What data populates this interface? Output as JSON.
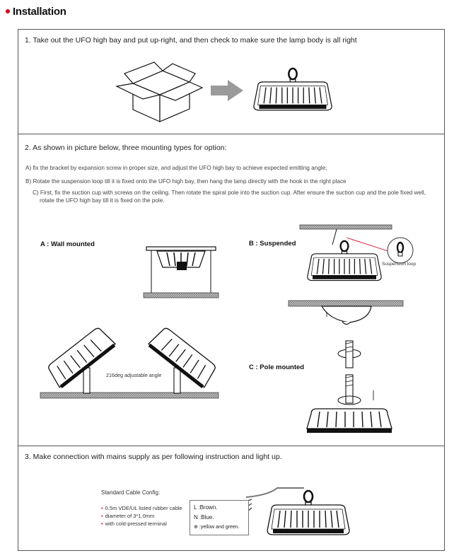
{
  "header": {
    "title": "Installation"
  },
  "step1": {
    "text": "1. Take out the UFO high bay and put up-right, and then check to make sure the lamp body is all right"
  },
  "step2": {
    "text": "2. As shown in picture below, three mounting types for option:",
    "option_a": "A) fix the bracket by expansion screw in proper size, and adjust the UFO high bay to achieve expected emitting angle;",
    "option_b": "B) Rotate the suspension loop till it is fixed onto the UFO high bay, then hang the lamp directly with the hook in the right place",
    "option_c_line1": "C) First, fix the suction cup with screws on the ceiling. Then rotate the spiral pole into the suction cup. After ensure the suction cup and the pole fixed well,",
    "option_c_line2": "rotate the UFO high bay till it is fixed on the pole.",
    "label_a": "A :  Wall mounted",
    "label_b": "B : Suspended",
    "label_c": "C : Pole mounted",
    "angle_label": "216deg adjustable angle",
    "loop_label": "Suspension loop"
  },
  "step3": {
    "text": "3. Make connection with mains supply as per following  instruction and light up.",
    "config_title": "Standard Cable Config:",
    "specs": [
      "0.5m VDE/UL listed rubber cable",
      "diameter of 3*1.0mm",
      "with cold-pressed terminal"
    ],
    "wires": [
      "L :Brown.",
      "N :Blue.",
      "⊕ :yellow and green."
    ]
  },
  "colors": {
    "accent": "#d6001c",
    "arrow": "#9a9a9a",
    "loop_line": "#d6001c"
  }
}
